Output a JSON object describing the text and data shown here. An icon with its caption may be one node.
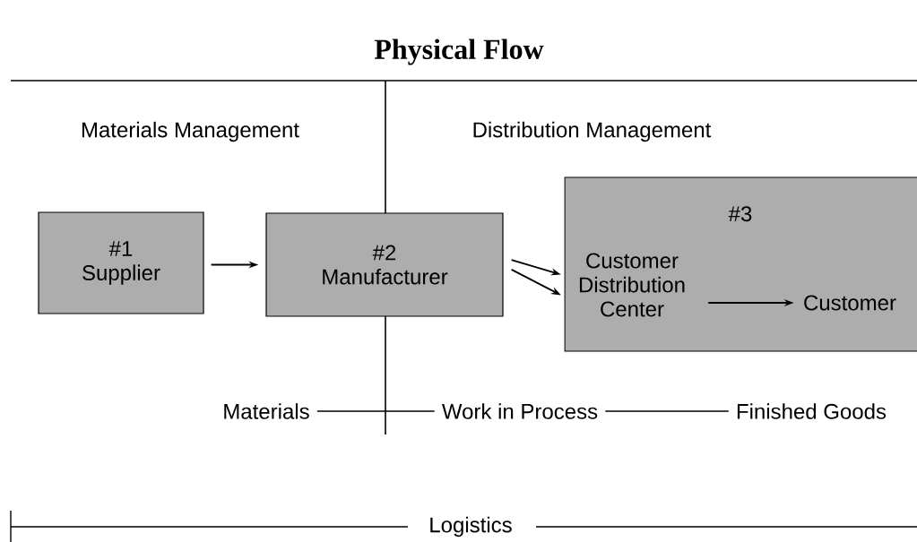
{
  "diagram": {
    "title": "Physical Flow",
    "nodes": [
      {
        "text": [
          "#1",
          "Supplier"
        ]
      },
      {
        "text": [
          "#2",
          "Manufacturer"
        ]
      },
      {
        "text": [
          "#3"
        ]
      },
      {
        "text": [
          "Customer Distribution Center"
        ],
        "in": 2
      },
      {
        "text": [
          "Customer"
        ],
        "in": 2
      },
      {
        "text": [
          "Materials"
        ]
      },
      {
        "text": [
          "Work in Process"
        ]
      },
      {
        "text": [
          "Finished Goods"
        ]
      }
    ],
    "edges": [
      {
        "from": 0,
        "to": 1,
        "arrow": "to"
      },
      {
        "from": 1,
        "to": 3,
        "arrow": "to"
      },
      {
        "from": 1,
        "to": 3,
        "arrow": "to"
      },
      {
        "from": 3,
        "to": 4,
        "arrow": "to"
      },
      {
        "from": 5,
        "to": 6,
        "arrow": "none"
      },
      {
        "from": 6,
        "to": 7,
        "arrow": "none"
      }
    ],
    "labels": [
      "Materials Management",
      "Distribution Management",
      "Logistics"
    ]
  }
}
